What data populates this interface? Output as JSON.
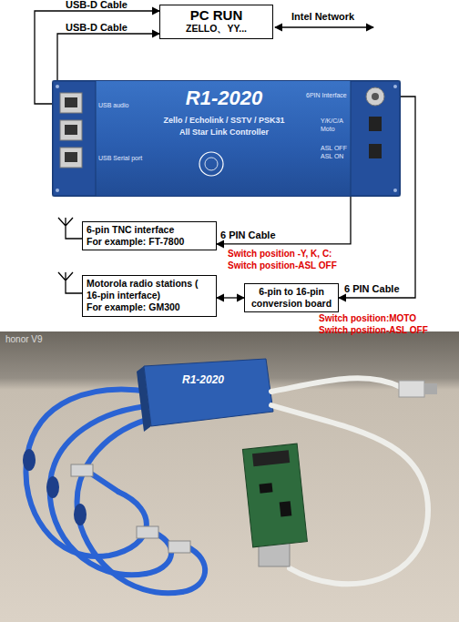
{
  "diagram": {
    "nodes": [
      {
        "text": [
          "PC RUN",
          "ZELLO、YY..."
        ]
      },
      {
        "text": [
          "R1-2020",
          "Zello / Echolink / SSTV / PSK31",
          "All Star Link Controller"
        ]
      },
      {
        "text": [
          "6-pin TNC interface",
          "For example: FT-7800"
        ]
      },
      {
        "text": [
          "Motorola radio stations ( 16-pin interface)",
          "For example: GM300"
        ]
      },
      {
        "text": [
          "6-pin to 16-pin conversion board"
        ]
      }
    ],
    "edges": [
      {
        "from": 1,
        "to": 0,
        "arrow": "to",
        "label": "USB-D Cable"
      },
      {
        "from": 1,
        "to": 0,
        "arrow": "to",
        "label": "USB-D Cable"
      },
      {
        "from": 1,
        "to": 2,
        "arrow": "to",
        "label": "6 PIN Cable"
      },
      {
        "from": 1,
        "to": 4,
        "arrow": "to",
        "label": "6 PIN Cable"
      },
      {
        "from": 3,
        "to": 4,
        "arrow": "both"
      }
    ],
    "labels": [
      "Intel Network",
      "USB audio",
      "USB Serial port",
      "6PIN Interface",
      "Y/K/C/A",
      "Moto",
      "ASL OFF",
      "ASL ON",
      "Switch position -Y, K, C:",
      "Switch position-ASL OFF",
      "Switch position:MOTO",
      "Switch position-ASL OFF",
      "honor V9",
      "R1-2020"
    ]
  }
}
